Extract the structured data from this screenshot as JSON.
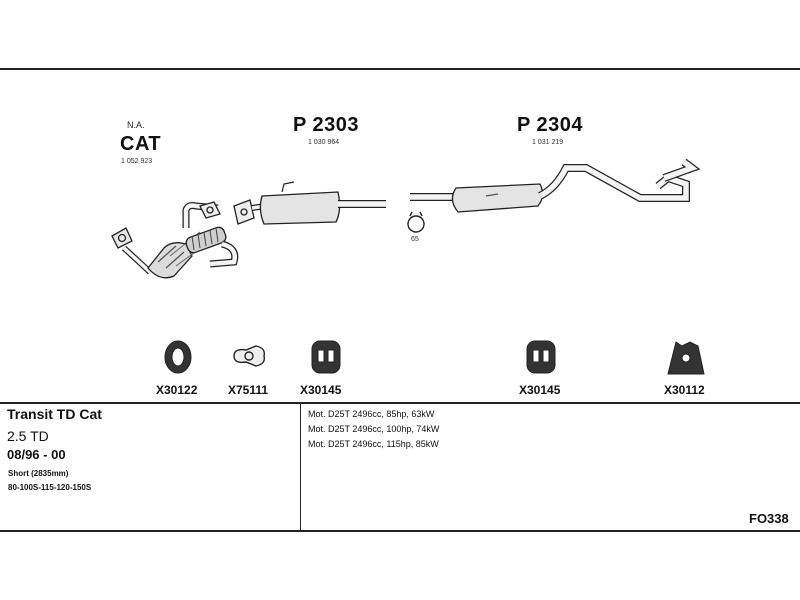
{
  "sections": {
    "cat": {
      "note": "N.A.",
      "title": "CAT",
      "number": "1 052 923"
    },
    "p2303": {
      "title": "P 2303",
      "number": "1 030 964"
    },
    "p2304": {
      "title": "P 2304",
      "number": "1 031 219"
    },
    "clamp_size": "65"
  },
  "parts": [
    "X30122",
    "X75111",
    "X30145",
    "X30145",
    "X30112"
  ],
  "vehicle": {
    "model": "Transit TD Cat",
    "engine": "2.5 TD",
    "years": "08/96 - 00",
    "variant": "Short (2835mm)",
    "series": "80-100S-115-120-150S"
  },
  "engines": [
    "Mot. D25T 2496cc, 85hp, 63kW",
    "Mot. D25T 2496cc, 100hp, 74kW",
    "Mot. D25T 2496cc, 115hp, 85kW"
  ],
  "code": "FO338"
}
